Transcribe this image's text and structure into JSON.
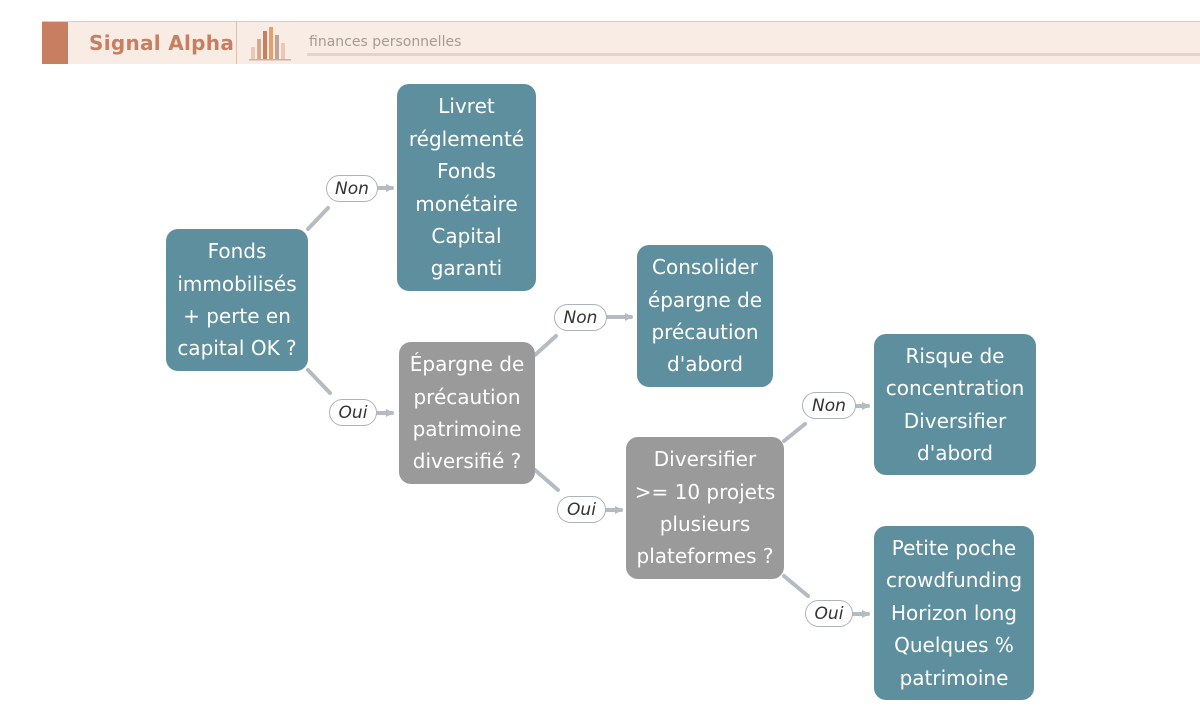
{
  "header": {
    "brand": "Signal Alpha",
    "subtitle": "finances personnelles",
    "logo_icon": "bar-chart-logo-icon"
  },
  "colors": {
    "accent": "#c87e60",
    "header_bg": "#f8ece4",
    "node_leaf": "#5e8f9e",
    "node_decision": "#9a9a9a",
    "edge": "#b4bbc2"
  },
  "diagram": {
    "nodes": {
      "q1": "Fonds\nimmobilisés\n+ perte en\ncapital OK ?",
      "r1": "Livret\nréglementé\nFonds\nmonétaire\nCapital\ngaranti",
      "q2": "Épargne de\nprécaution\npatrimoine\ndiversifié ?",
      "r2": "Consolider\népargne de\nprécaution\nd'abord",
      "q3": "Diversifier\n>= 10 projets\nplusieurs\nplateformes ?",
      "r3": "Risque de\nconcentration\nDiversifier\nd'abord",
      "r4": "Petite poche\ncrowdfunding\nHorizon long\nQuelques %\npatrimoine"
    },
    "edges": {
      "q1_non": "Non",
      "q1_oui": "Oui",
      "q2_non": "Non",
      "q2_oui": "Oui",
      "q3_non": "Non",
      "q3_oui": "Oui"
    }
  }
}
